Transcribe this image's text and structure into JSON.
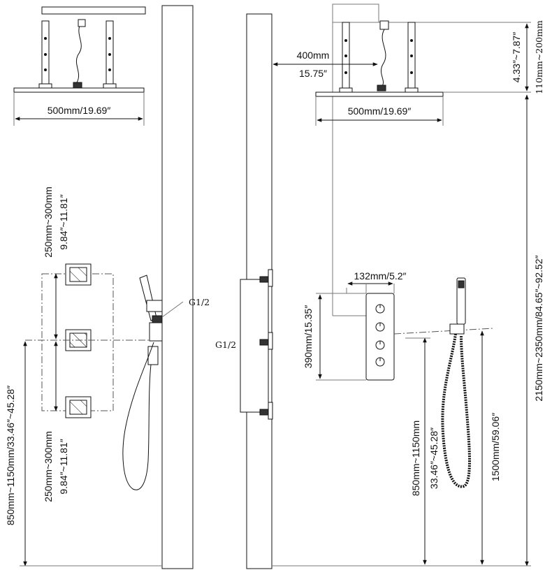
{
  "labels": {
    "left_shower_width": "500mm/19.69″",
    "left_g12": "G1/2",
    "left_spacing_top_mm": "250mm~300mm",
    "left_spacing_top_in": "9.84″~11.81″",
    "left_spacing_bottom_mm": "250mm~300mm",
    "left_spacing_bottom_in": "9.84″~11.81″",
    "left_height": "850mm~1150mm/33.46″~45.28″",
    "right_arm_mm": "400mm",
    "right_arm_in": "15.75″",
    "right_shower_width": "500mm/19.69″",
    "right_drop_in": "4.33″~7.87″",
    "right_drop_mm": "110mm~200mm",
    "right_total_height": "2150mm~2350mm/84.65″~92.52″",
    "valve_width": "132mm/5.2″",
    "valve_height": "390mm/15.35″",
    "right_g12": "G1/2",
    "valve_floor_mm": "850mm~1150mm",
    "valve_floor_in": "33.46″~45.28″",
    "holder_height": "1500mm/59.06″"
  },
  "colors": {
    "line": "#111111",
    "hatch": "#222222",
    "dashed": "#555555",
    "background": "#ffffff"
  },
  "icons": {
    "rain_shower": "rain-shower-head-icon",
    "body_jet": "body-jet-icon",
    "hand_shower": "hand-shower-icon",
    "valve": "thermostatic-valve-icon"
  }
}
